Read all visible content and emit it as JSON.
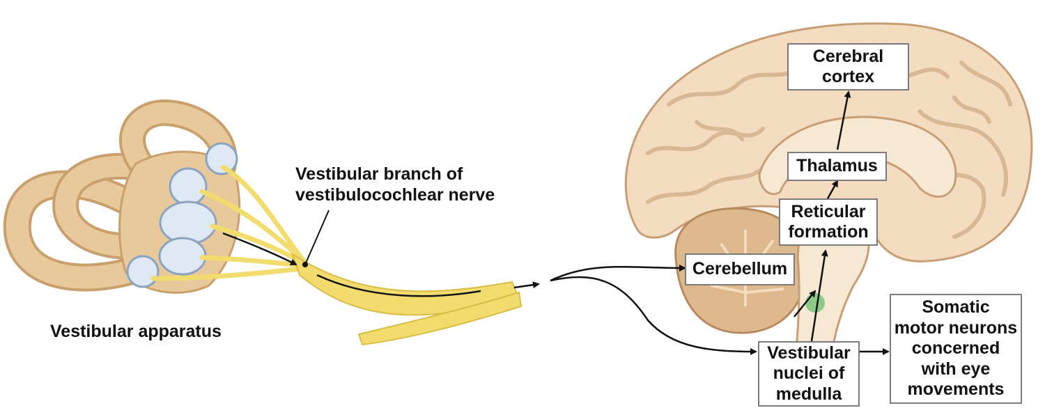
{
  "labels": {
    "vestibular_apparatus": "Vestibular apparatus",
    "nerve_branch": "Vestibular branch of\nvestibulocochlear nerve"
  },
  "boxes": {
    "cerebral_cortex": "Cerebral\ncortex",
    "thalamus": "Thalamus",
    "reticular_formation": "Reticular\nformation",
    "cerebellum": "Cerebellum",
    "vestibular_nuclei": "Vestibular\nnuclei of\nmedulla",
    "somatic_motor": "Somatic\nmotor neurons\nconcerned\nwith eye\nmovements"
  },
  "colors": {
    "bone": "#e8c99c",
    "bone_dark": "#c9a06c",
    "nerve": "#f2dc6e",
    "brain": "#f3dcc0",
    "brain_fold": "#d9b896",
    "membrane": "#dfe9f4",
    "nucleus_marker": "#79c47a"
  }
}
